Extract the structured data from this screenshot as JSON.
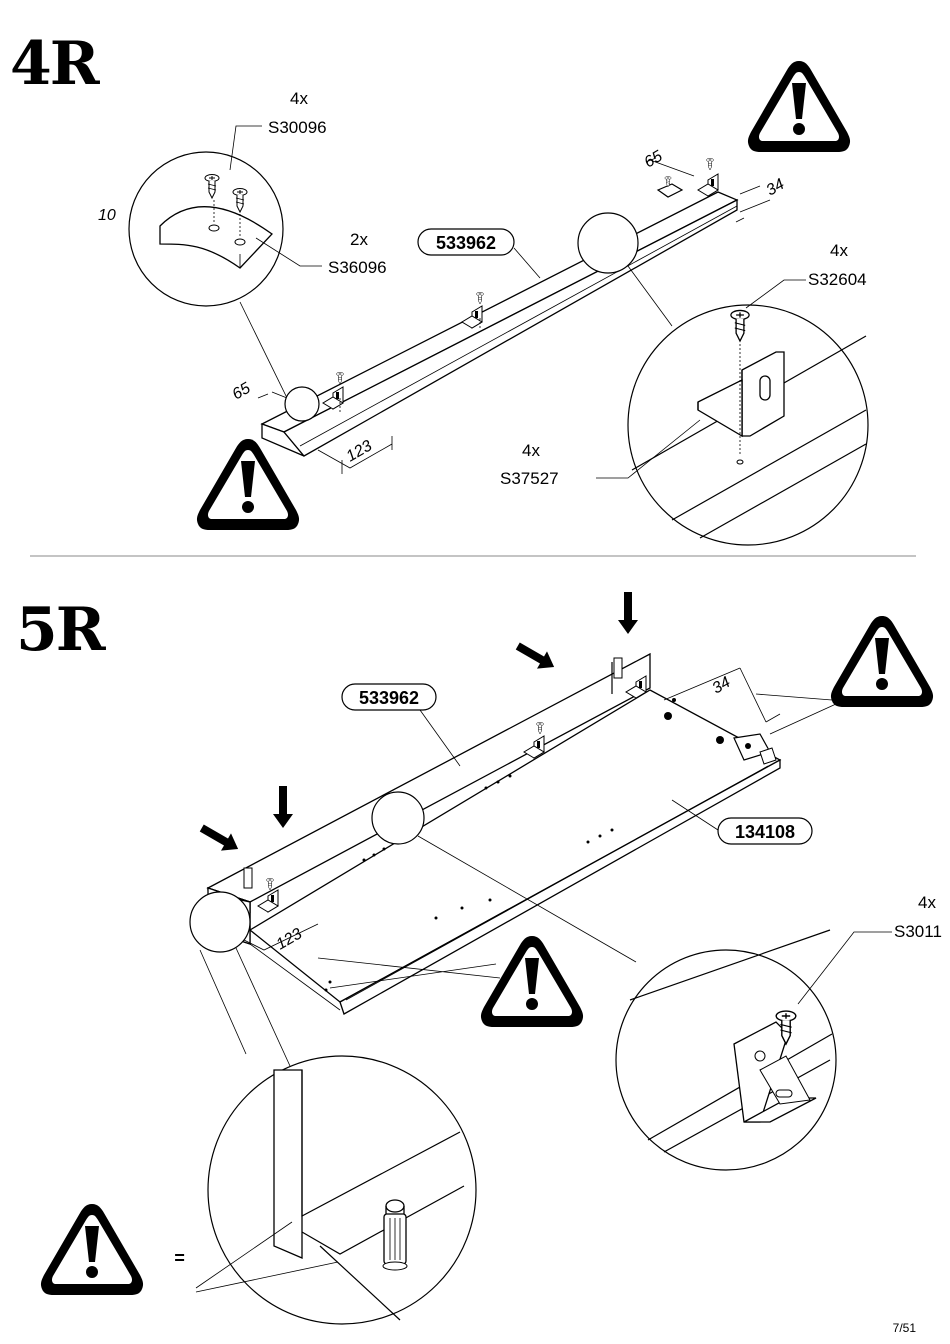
{
  "page": {
    "number": "7/51"
  },
  "steps": [
    {
      "id": "4R",
      "title": "4R",
      "parts": [
        {
          "code": "533962"
        }
      ],
      "hardware": [
        {
          "qty": "4x",
          "code": "S30096"
        },
        {
          "qty": "2x",
          "code": "S36096"
        },
        {
          "qty": "4x",
          "code": "S32604"
        },
        {
          "qty": "4x",
          "code": "S37527"
        }
      ],
      "dimensions": [
        "10",
        "65",
        "65",
        "34",
        "123"
      ],
      "warning_icons": 2
    },
    {
      "id": "5R",
      "title": "5R",
      "parts": [
        {
          "code": "533962"
        },
        {
          "code": "134108"
        }
      ],
      "hardware": [
        {
          "qty": "4x",
          "code": "S3011"
        }
      ],
      "dimensions": [
        "34",
        "123"
      ],
      "equals_sign": "=",
      "warning_icons": 3
    }
  ]
}
